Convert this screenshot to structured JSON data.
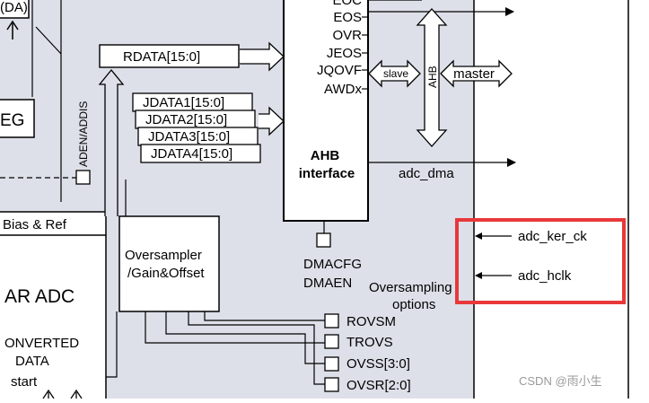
{
  "diagram": {
    "adc_block_label": "(DA)",
    "reg_label": "EG",
    "aden_label": "ADEN/ADDIS",
    "bias_ref": "Bias & Ref",
    "sar_adc": "AR ADC",
    "converted": "ONVERTED",
    "data": "DATA",
    "start": "start",
    "rdata": "RDATA[15:0]",
    "jdata": [
      "JDATA1[15:0]",
      "JDATA2[15:0]",
      "JDATA3[15:0]",
      "JDATA4[15:0]"
    ],
    "oversampler_line1": "Oversampler",
    "oversampler_line2": "/Gain&Offset",
    "ahb_flags": [
      "EOC",
      "EOS",
      "OVR",
      "JEOS",
      "JQOVF",
      "AWDx"
    ],
    "ahb_interface_line1": "AHB",
    "ahb_interface_line2": "interface",
    "slave": "slave",
    "ahb_bus": "AHB",
    "master": "master",
    "adc_dma": "adc_dma",
    "dmacfg": "DMACFG",
    "dmaen": "DMAEN",
    "oversampling_options_line1": "Oversampling",
    "oversampling_options_line2": "options",
    "options": [
      "ROVSM",
      "TROVS",
      "OVSS[3:0]",
      "OVSR[2:0]"
    ],
    "clocks": [
      "adc_ker_ck",
      "adc_hclk"
    ]
  },
  "watermark": "CSDN @雨小生",
  "colors": {
    "panel": "#dde0e9",
    "highlight": "#e8383a",
    "line": "#000000"
  }
}
